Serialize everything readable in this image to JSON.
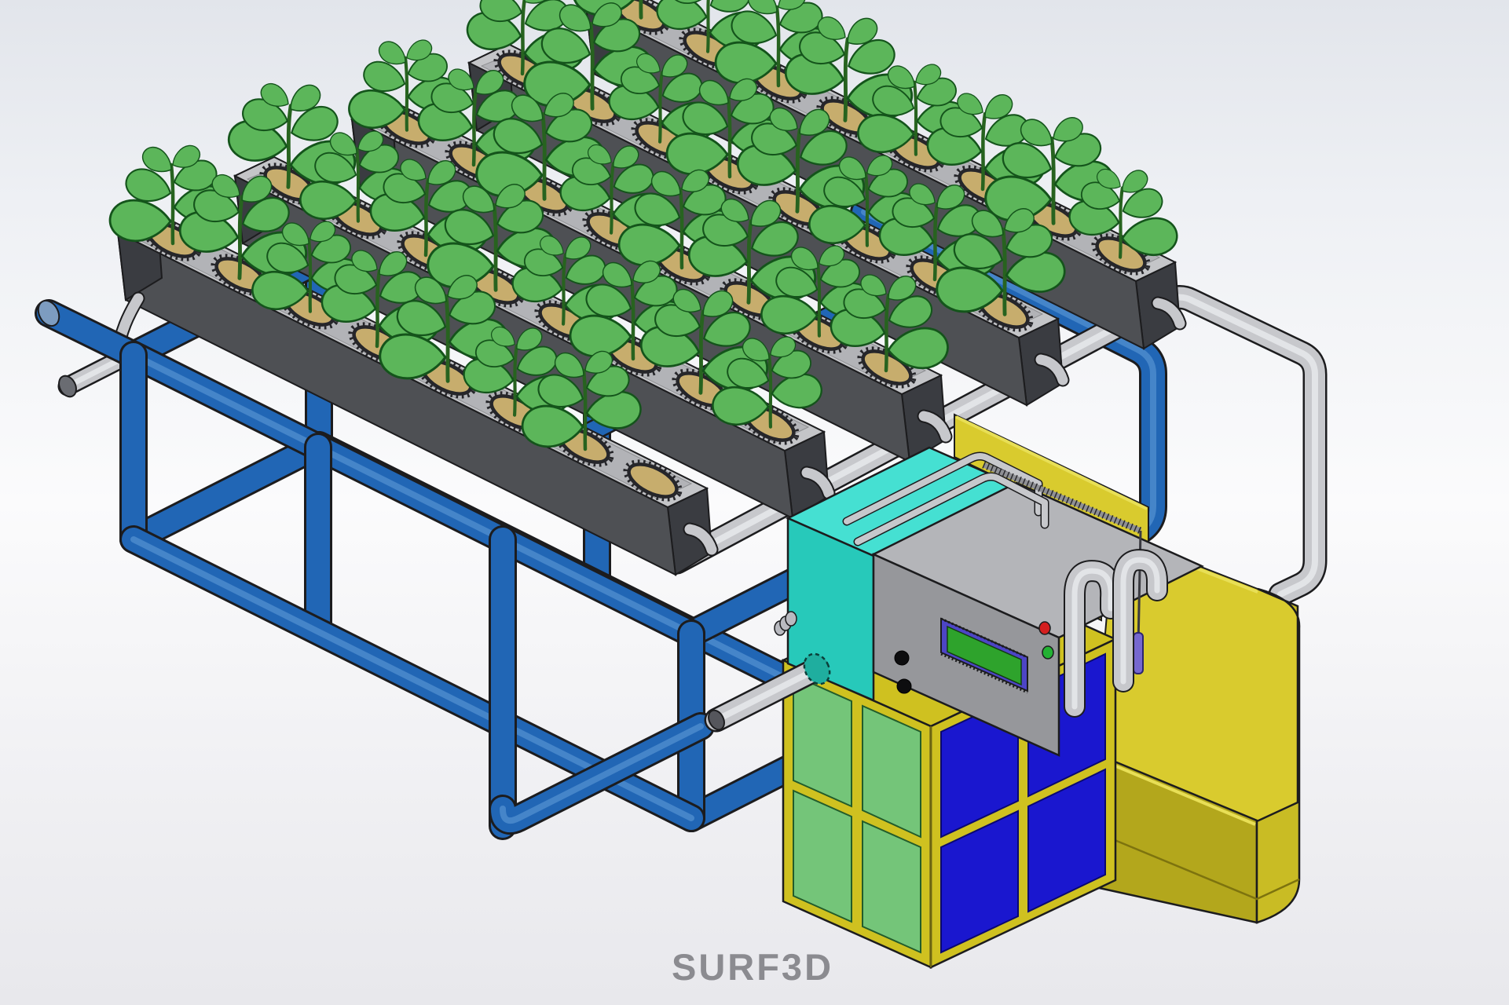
{
  "watermark": {
    "label": "SURF3D"
  },
  "scene": {
    "type": "isometric 3d cad render",
    "subject": "NFT hydroponic growing system",
    "grow_channels": {
      "count": 5,
      "plant_sites_per_channel": 8,
      "planted_sites": 39
    },
    "piping": {
      "supply_frame": "blue PVC manifold doubling as support stand",
      "return_line": "gray collector pipe from channel drains to reservoir",
      "drains_per_channel": 1
    },
    "reservoir": "yellow open-top nutrient tank with hanging sensor probe",
    "controller": {
      "pump_housing": "teal enclosure with inlet flange",
      "control_box": "gray enclosure",
      "display": "green character LCD",
      "indicator_leds": [
        "red",
        "green"
      ],
      "buttons": 2
    },
    "cabinet": {
      "frame": "yellow",
      "left_panels": "green",
      "right_panels": "blue"
    }
  },
  "colors": {
    "outline": "#1c1c1e",
    "bg-top": "#e2e5eb",
    "bg-up": "#eef0f4",
    "bg-mid": "#fbfbfc",
    "bg-low": "#f0f0f3",
    "bg-bot": "#e8e8ec",
    "pipe-blue": "#2166b5",
    "pipe-blue-hi": "#6aa4dd",
    "pipe-gray": "#c7c8cc",
    "pipe-gray-hi": "#eef0f2",
    "channel-top": "#c4c5c8",
    "channel-top-inner": "#b2b3b7",
    "channel-side": "#4e5054",
    "channel-end": "#3a3c41",
    "hole-rim": "#26262a",
    "medium": "#c7ad6d",
    "leaf": "#5cb65a",
    "leaf-edge": "#14541b",
    "stem": "#27631f",
    "tank-front": "#b3a71c",
    "tank-side": "#c9bc24",
    "tank-inner": "#d9cb2e",
    "tank-rim": "#e8df56",
    "frame-yellow": "#cfc120",
    "frame-yellow-dark": "#877c0a",
    "panel-green": "#74c579",
    "panel-blue": "#1a17cf",
    "unit-teal-top": "#45e0d2",
    "unit-teal-front": "#27c9ba",
    "unit-gray-top": "#b4b5b9",
    "unit-gray-front": "#96979b",
    "lcd-frame": "#4d45c6",
    "lcd-screen": "#2ea32c",
    "led-red": "#d41f1f",
    "led-green": "#23b233",
    "knob": "#0d0d0f",
    "sensor-purple": "#7668cf",
    "watermark": "#8b8b90"
  }
}
